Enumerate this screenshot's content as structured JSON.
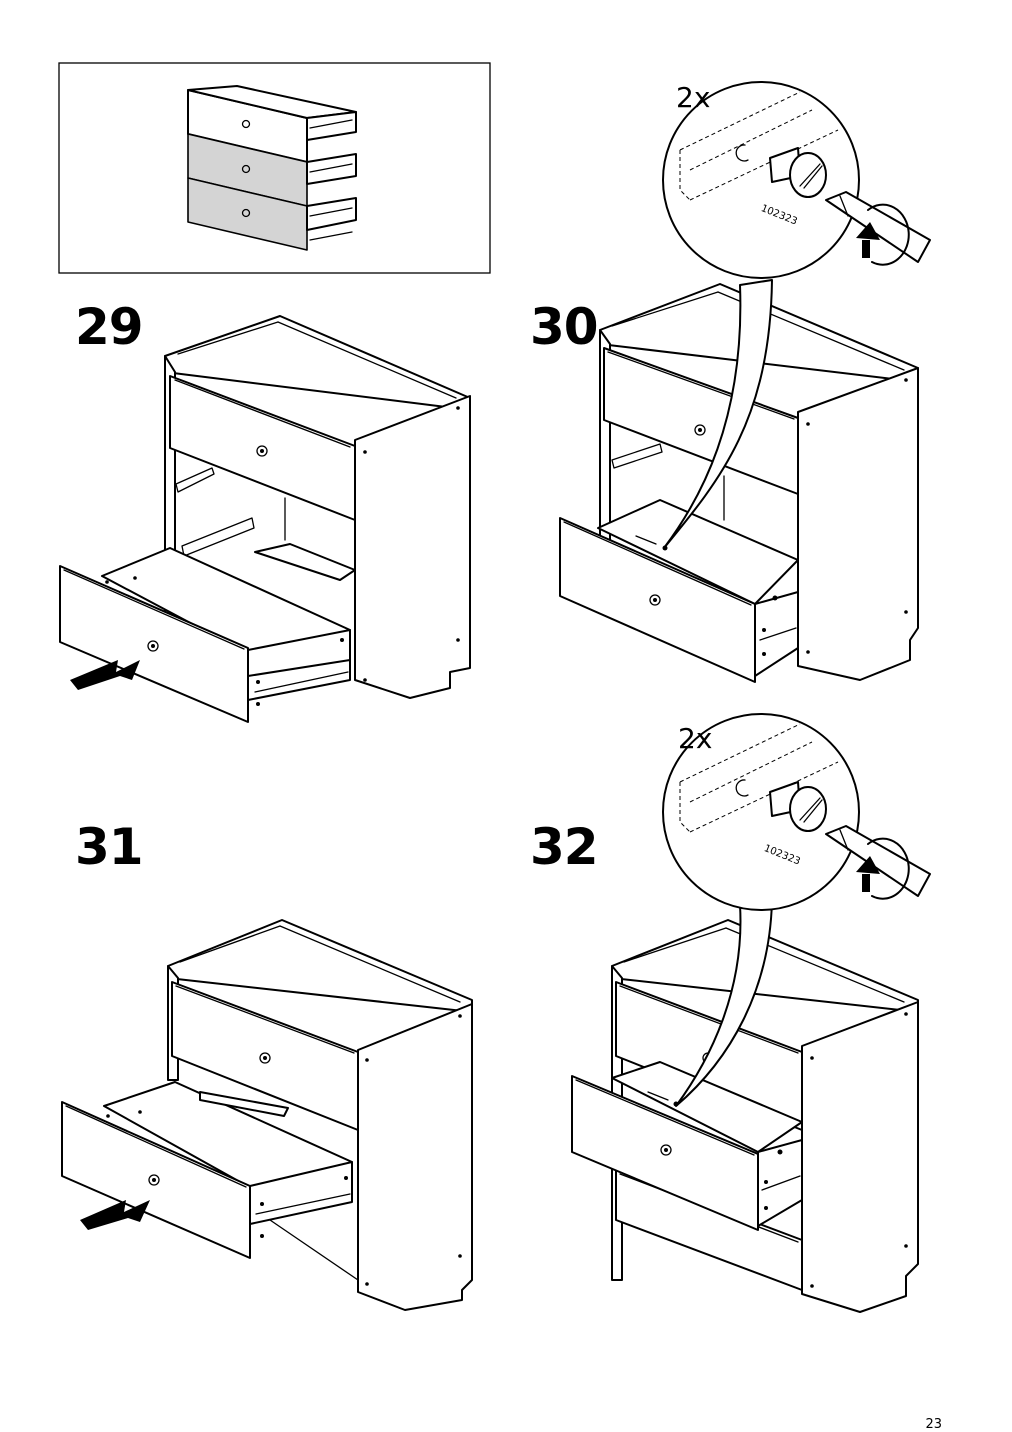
{
  "steps": [
    {
      "number": "29"
    },
    {
      "number": "30",
      "quantity": "2x",
      "part_number": "102323"
    },
    {
      "number": "31"
    },
    {
      "number": "32",
      "quantity": "2x",
      "part_number": "102323"
    }
  ],
  "page_number": "23",
  "icons": [
    "overview-dresser-illustration",
    "push-arrow-icon",
    "screwdriver-icon",
    "rotate-arrow-icon",
    "drawer-stop-screw-icon"
  ]
}
